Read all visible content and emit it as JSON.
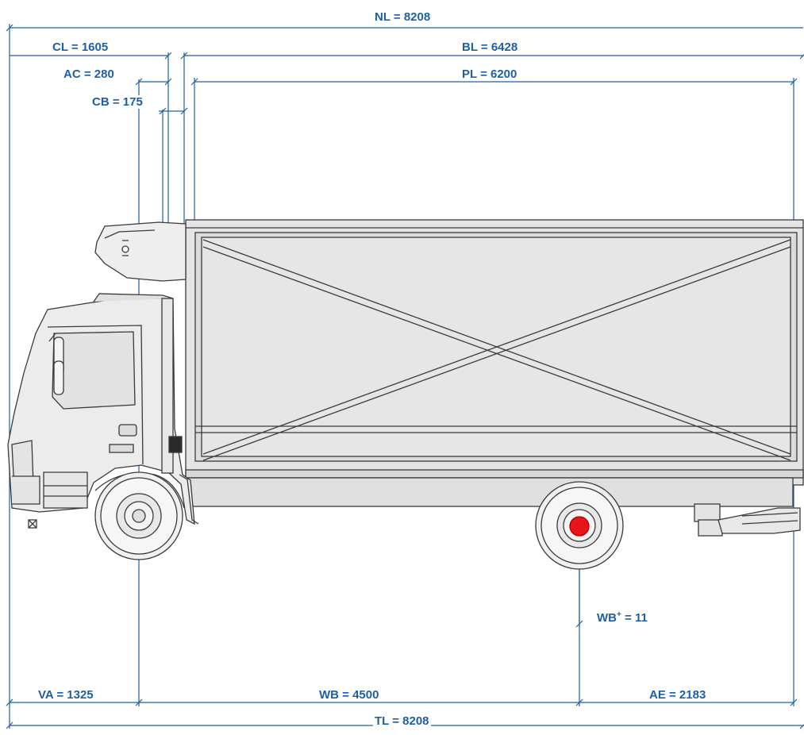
{
  "dimensions": {
    "nl": "NL = 8208",
    "cl": "CL = 1605",
    "bl": "BL = 6428",
    "ac": "AC = 280",
    "pl": "PL = 6200",
    "cb": "CB = 175",
    "wb_plus_prefix": "WB",
    "wb_plus_sup": "+",
    "wb_plus_suffix": " = 11",
    "va": "VA = 1325",
    "wb": "WB = 4500",
    "ae": "AE = 2183",
    "tl": "TL = 8208"
  },
  "colors": {
    "dimension": "#1f5fa3",
    "drawing": "#3a3a3a",
    "body_fill": "#e4e4e4",
    "marker": "#e8141b"
  },
  "icons": {
    "rear_axle_marker": "red-dot",
    "cab_mirror": "mirror-icon",
    "rear_light": "tail-light-icon"
  }
}
